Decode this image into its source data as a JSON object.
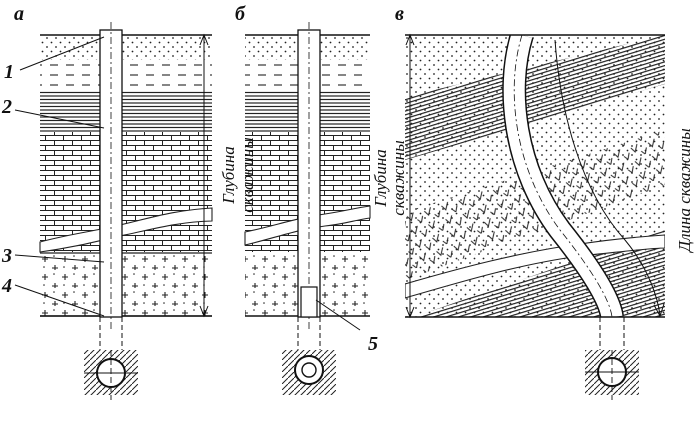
{
  "panels": {
    "a": "а",
    "b": "б",
    "c": "в"
  },
  "callouts": [
    "1",
    "2",
    "3",
    "4",
    "5"
  ],
  "vertical_labels": {
    "depth_a_line1": "Глубина",
    "depth_a_line2": "скважины",
    "depth_c_line1": "Глубина",
    "depth_c_line2": "скважины",
    "length_c": "Длина скважины"
  }
}
